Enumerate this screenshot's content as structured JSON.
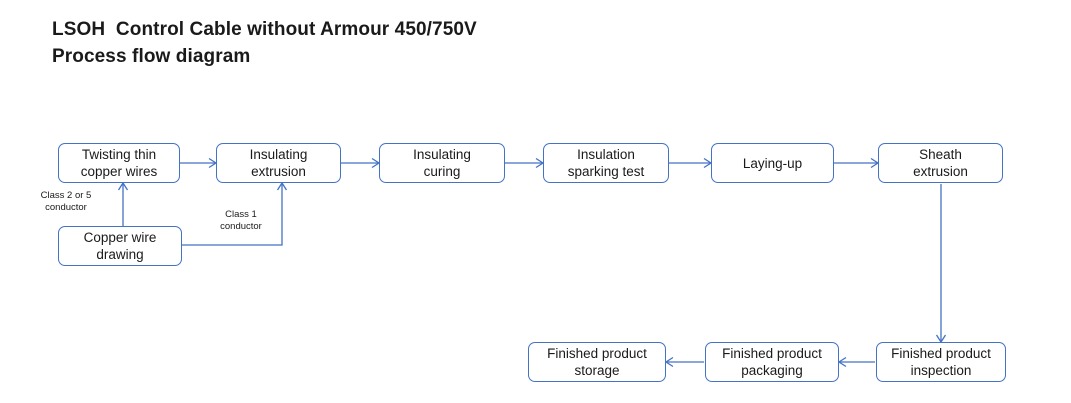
{
  "title": {
    "line1": "LSOH  Control Cable without Armour 450/750V",
    "line2": "Process flow diagram"
  },
  "colors": {
    "border": "#4472c4",
    "connector": "#4472c4",
    "text": "#1a1a1a",
    "background": "#ffffff"
  },
  "nodes": {
    "twisting": "Twisting thin\ncopper wires",
    "insulating_extrusion": "Insulating\nextrusion",
    "insulating_curing": "Insulating\ncuring",
    "sparking_test": "Insulation\nsparking test",
    "laying_up": "Laying-up",
    "sheath_extrusion": "Sheath\nextrusion",
    "copper_wire_drawing": "Copper wire\ndrawing",
    "finished_inspection": "Finished product\ninspection",
    "finished_packaging": "Finished product\npackaging",
    "finished_storage": "Finished product\nstorage"
  },
  "edge_labels": {
    "class_2_or_5": "Class 2 or 5\nconductor",
    "class_1": "Class 1\nconductor"
  },
  "chart_data": {
    "type": "diagram",
    "title": "LSOH  Control Cable without Armour 450/750V Process flow diagram",
    "nodes": [
      {
        "id": "copper_wire_drawing",
        "label": "Copper wire drawing",
        "row": "feed"
      },
      {
        "id": "twisting",
        "label": "Twisting thin copper wires",
        "row": "top"
      },
      {
        "id": "insulating_extrusion",
        "label": "Insulating extrusion",
        "row": "top"
      },
      {
        "id": "insulating_curing",
        "label": "Insulating curing",
        "row": "top"
      },
      {
        "id": "sparking_test",
        "label": "Insulation sparking test",
        "row": "top"
      },
      {
        "id": "laying_up",
        "label": "Laying-up",
        "row": "top"
      },
      {
        "id": "sheath_extrusion",
        "label": "Sheath extrusion",
        "row": "top"
      },
      {
        "id": "finished_inspection",
        "label": "Finished product inspection",
        "row": "bottom"
      },
      {
        "id": "finished_packaging",
        "label": "Finished product packaging",
        "row": "bottom"
      },
      {
        "id": "finished_storage",
        "label": "Finished product storage",
        "row": "bottom"
      }
    ],
    "edges": [
      {
        "from": "copper_wire_drawing",
        "to": "twisting",
        "label": "Class 2 or 5 conductor"
      },
      {
        "from": "copper_wire_drawing",
        "to": "insulating_extrusion",
        "label": "Class 1 conductor"
      },
      {
        "from": "twisting",
        "to": "insulating_extrusion",
        "label": ""
      },
      {
        "from": "insulating_extrusion",
        "to": "insulating_curing",
        "label": ""
      },
      {
        "from": "insulating_curing",
        "to": "sparking_test",
        "label": ""
      },
      {
        "from": "sparking_test",
        "to": "laying_up",
        "label": ""
      },
      {
        "from": "laying_up",
        "to": "sheath_extrusion",
        "label": ""
      },
      {
        "from": "sheath_extrusion",
        "to": "finished_inspection",
        "label": ""
      },
      {
        "from": "finished_inspection",
        "to": "finished_packaging",
        "label": ""
      },
      {
        "from": "finished_packaging",
        "to": "finished_storage",
        "label": ""
      }
    ]
  }
}
